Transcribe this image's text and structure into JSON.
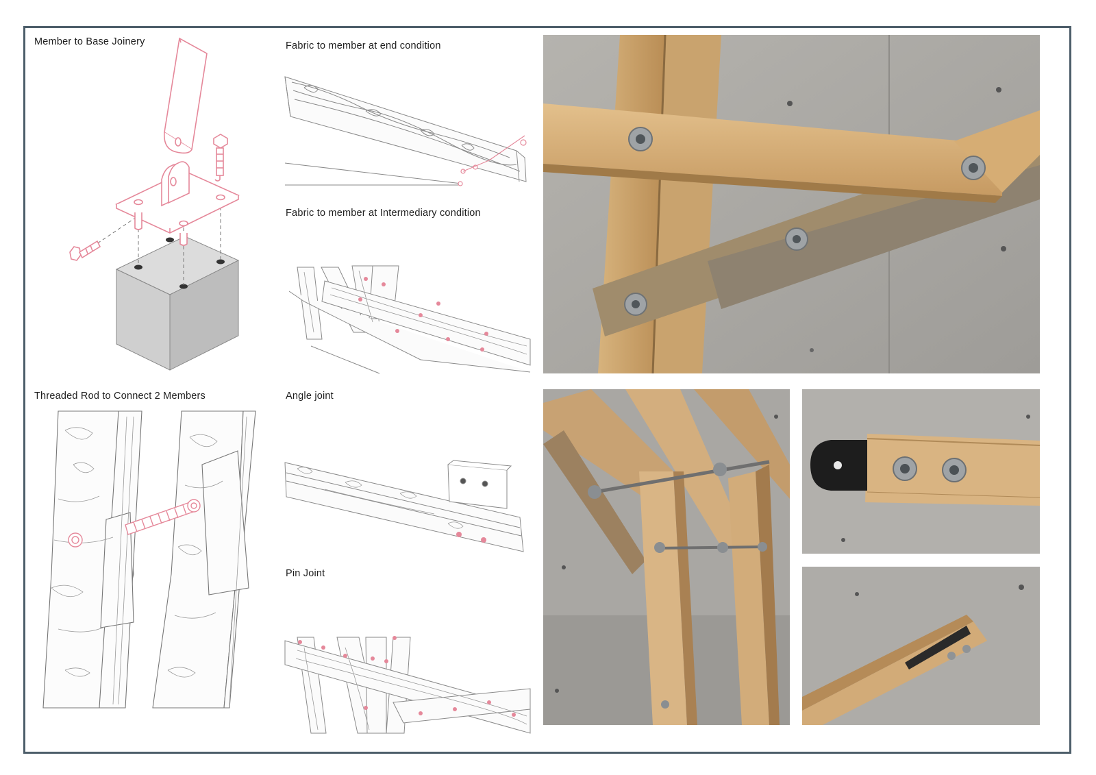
{
  "sheet": {
    "border_color": "#4d5e6a",
    "accent_color": "#e5889a",
    "line_color": "#777777"
  },
  "labels": {
    "member_to_base": "Member to Base Joinery",
    "fabric_end": "Fabric to member at end condition",
    "fabric_intermediary": "Fabric to member at Intermediary condition",
    "threaded_rod": "Threaded Rod to Connect 2 Members",
    "angle_joint": "Angle joint",
    "pin_joint": "Pin Joint"
  },
  "photos": {
    "main": "timber-frame-bolted-joint-photo",
    "rods": "threaded-rod-connection-photo",
    "end_cap": "steel-end-plate-photo",
    "pin": "pin-joint-photo"
  }
}
